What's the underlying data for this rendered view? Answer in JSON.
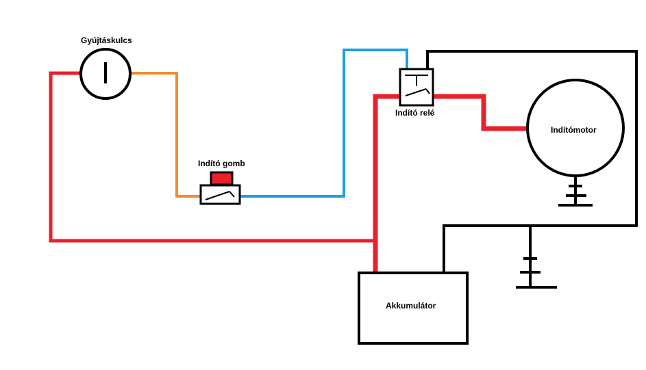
{
  "labels": {
    "ignition_key": "Gyújtáskulcs",
    "start_button": "Indító gomb",
    "starter_relay": "Indító relé",
    "starter_motor": "Indítómotor",
    "battery": "Akkumulátor"
  },
  "colors": {
    "positive_wire": "#e8212b",
    "key_to_button_wire": "#f58a2e",
    "button_to_relay_wire": "#1ea0dd",
    "ground_wire": "#000000",
    "button_cap": "#e8212b",
    "background": "#ffffff"
  }
}
